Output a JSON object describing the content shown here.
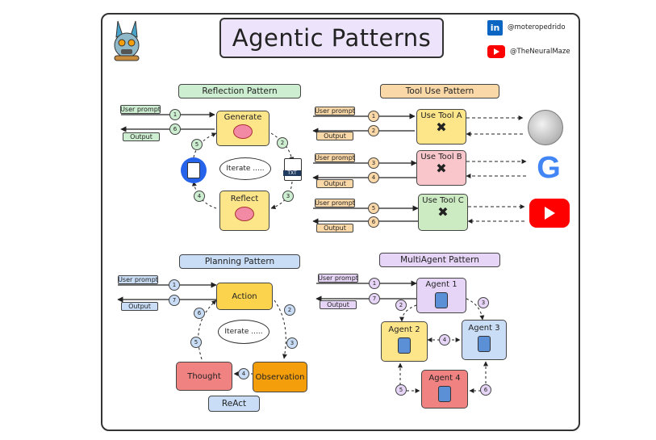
{
  "title": "Agentic Patterns",
  "social": {
    "linkedin_handle": "@moteropedrido",
    "youtube_handle": "@TheNeuralMaze",
    "linkedin_icon_text": "in"
  },
  "common": {
    "user_prompt": "User prompt",
    "output": "Output",
    "iterate": "Iterate ....."
  },
  "reflection": {
    "title": "Reflection Pattern",
    "generate": "Generate",
    "reflect": "Reflect",
    "txt_label": "TXT",
    "steps": [
      "1",
      "6",
      "5",
      "2",
      "4",
      "3"
    ]
  },
  "tool_use": {
    "title": "Tool Use Pattern",
    "tools": [
      "Use Tool A",
      "Use Tool B",
      "Use Tool C"
    ],
    "steps": [
      "1",
      "2",
      "3",
      "4",
      "5",
      "6"
    ],
    "google_letter": "G"
  },
  "planning": {
    "title": "Planning Pattern",
    "action": "Action",
    "thought": "Thought",
    "observation": "Observation",
    "react": "ReAct",
    "steps": [
      "1",
      "7",
      "6",
      "5",
      "2",
      "3",
      "4"
    ]
  },
  "multiagent": {
    "title": "MultiAgent Pattern",
    "agents": [
      "Agent 1",
      "Agent 2",
      "Agent 3",
      "Agent 4"
    ],
    "steps": [
      "1",
      "7",
      "2",
      "3",
      "4",
      "5",
      "6"
    ]
  },
  "colors": {
    "green": "#cdeed0",
    "orange": "#fbd8a8",
    "blue": "#c9ddf6",
    "purple": "#e6d5f7",
    "yellow": "#fde68a",
    "pink": "#f9c6cc",
    "lightgreen": "#cdebc3",
    "red": "#f08282",
    "darkorange": "#f59e0b"
  }
}
